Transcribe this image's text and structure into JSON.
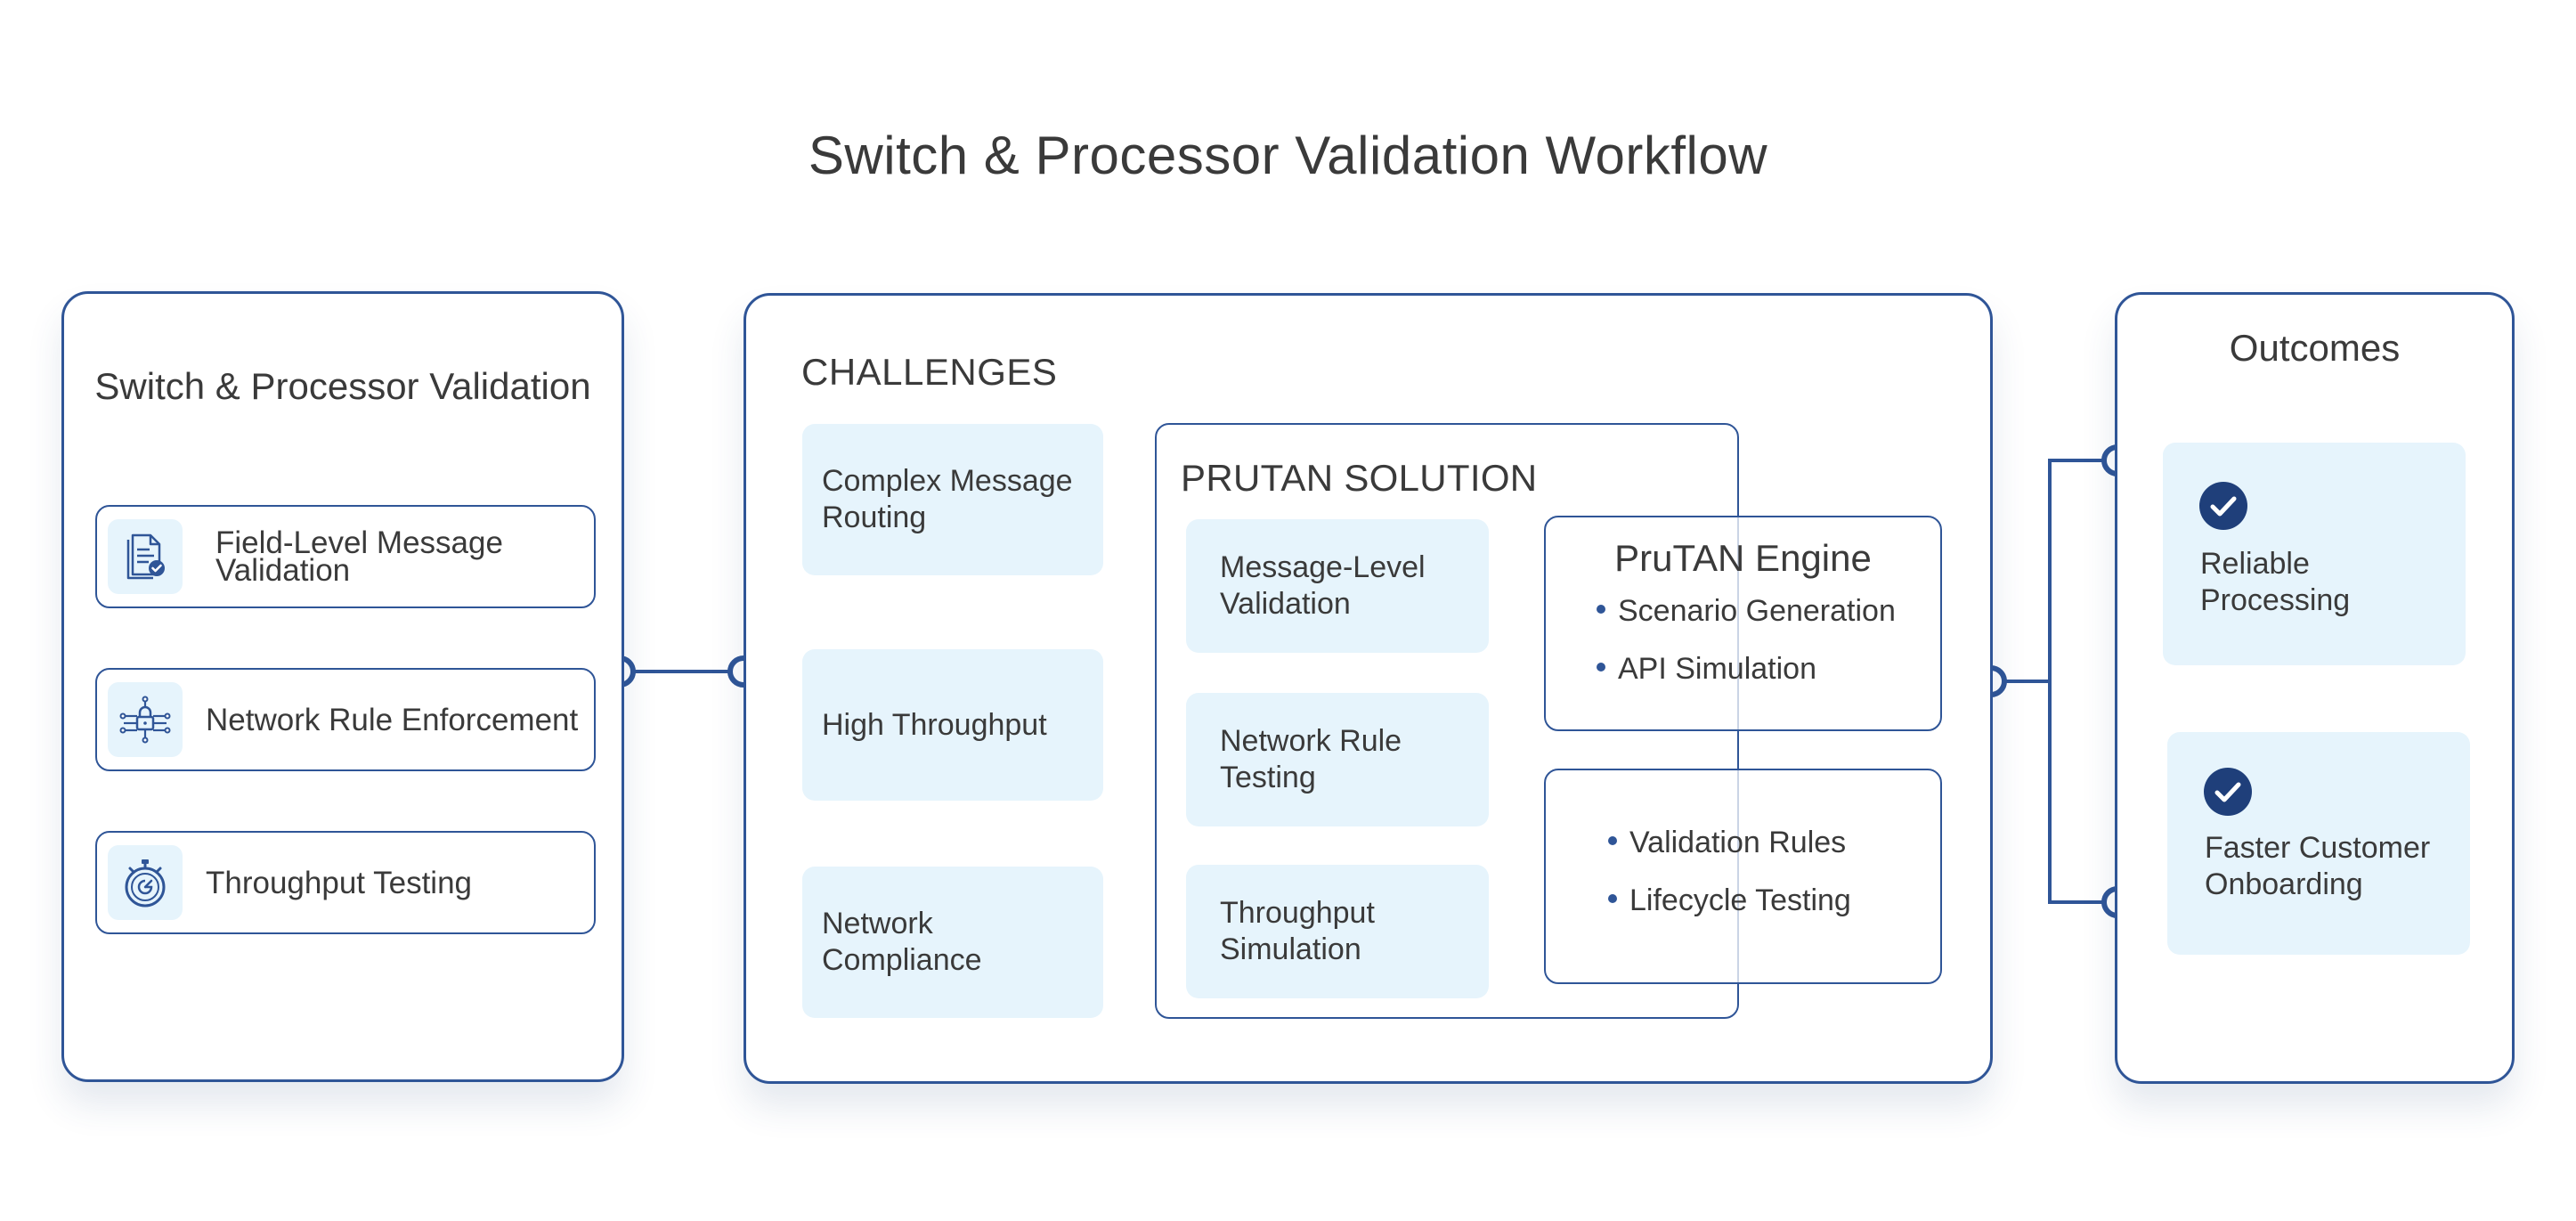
{
  "title": "Switch & Processor Validation Workflow",
  "colors": {
    "accent": "#2f5597",
    "card_fill": "#e6f4fc",
    "text": "#3a3a3a"
  },
  "left_panel": {
    "title": "Switch & Processor Validation",
    "items": [
      {
        "label": "Field-Level Message Validation",
        "icon": "document-check-icon"
      },
      {
        "label": "Network Rule Enforcement",
        "icon": "network-lock-icon"
      },
      {
        "label": "Throughput Testing",
        "icon": "stopwatch-icon"
      }
    ]
  },
  "challenges": {
    "title": "CHALLENGES",
    "items": [
      "Complex Message Routing",
      "High Throughput",
      "Network Compliance"
    ]
  },
  "solution": {
    "title": "PRUTAN SOLUTION",
    "items": [
      "Message-Level Validation",
      "Network Rule Testing",
      "Throughput Simulation"
    ]
  },
  "engine": {
    "title": "PruTAN Engine",
    "bullets": [
      "Scenario Generation",
      "API Simulation"
    ],
    "extra_bullets": [
      "Validation Rules",
      "Lifecycle Testing"
    ]
  },
  "outcomes": {
    "title": "Outcomes",
    "items": [
      {
        "label": "Reliable Processing",
        "icon": "check-circle-icon"
      },
      {
        "label": "Faster Customer Onboarding",
        "icon": "check-circle-icon"
      }
    ]
  }
}
